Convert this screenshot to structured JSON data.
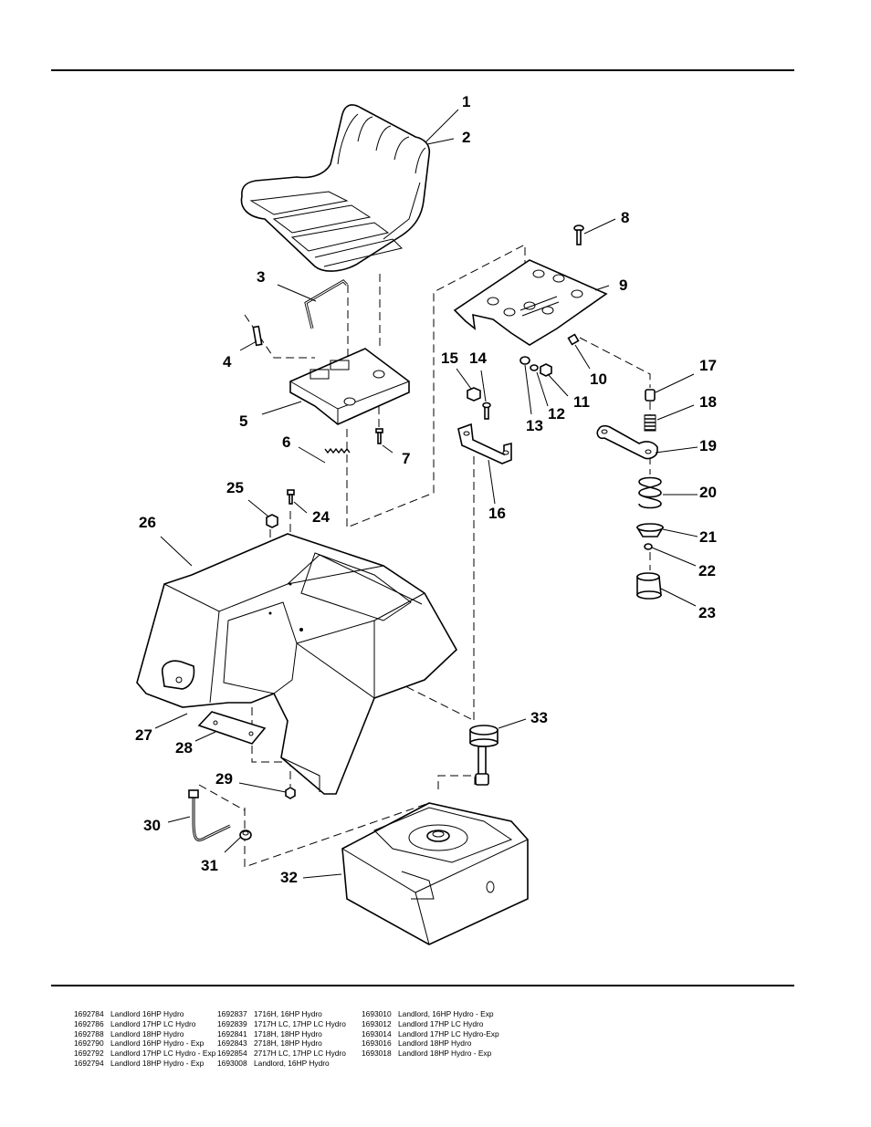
{
  "callouts": {
    "c1": "1",
    "c2": "2",
    "c3": "3",
    "c4": "4",
    "c5": "5",
    "c6": "6",
    "c7": "7",
    "c8": "8",
    "c9": "9",
    "c10": "10",
    "c11": "11",
    "c12": "12",
    "c13": "13",
    "c14": "14",
    "c15": "15",
    "c16": "16",
    "c17": "17",
    "c18": "18",
    "c19": "19",
    "c20": "20",
    "c21": "21",
    "c22": "22",
    "c23": "23",
    "c24": "24",
    "c25": "25",
    "c26": "26",
    "c27": "27",
    "c28": "28",
    "c29": "29",
    "c30": "30",
    "c31": "31",
    "c32": "32",
    "c33": "33"
  },
  "models": {
    "col1": [
      {
        "num": "1692784",
        "name": "Landlord 16HP Hydro"
      },
      {
        "num": "1692786",
        "name": "Landlord 17HP LC Hydro"
      },
      {
        "num": "1692788",
        "name": "Landlord 18HP Hydro"
      },
      {
        "num": "1692790",
        "name": "Landlord 16HP Hydro - Exp"
      },
      {
        "num": "1692792",
        "name": "Landlord 17HP LC Hydro - Exp"
      },
      {
        "num": "1692794",
        "name": "Landlord 18HP Hydro - Exp"
      }
    ],
    "col2": [
      {
        "num": "1692837",
        "name": "1716H, 16HP Hydro"
      },
      {
        "num": "1692839",
        "name": "1717H LC, 17HP LC Hydro"
      },
      {
        "num": "1692841",
        "name": "1718H, 18HP Hydro"
      },
      {
        "num": "1692843",
        "name": "2718H, 18HP Hydro"
      },
      {
        "num": "1692854",
        "name": "2717H LC, 17HP LC Hydro"
      },
      {
        "num": "1693008",
        "name": "Landlord, 16HP Hydro"
      }
    ],
    "col3": [
      {
        "num": "1693010",
        "name": "Landlord, 16HP Hydro - Exp"
      },
      {
        "num": "1693012",
        "name": "Landlord 17HP LC Hydro"
      },
      {
        "num": "1693014",
        "name": "Landlord 17HP LC Hydro-Exp"
      },
      {
        "num": "1693016",
        "name": "Landlord 18HP Hydro"
      },
      {
        "num": "1693018",
        "name": "Landlord 18HP Hydro - Exp"
      }
    ]
  }
}
